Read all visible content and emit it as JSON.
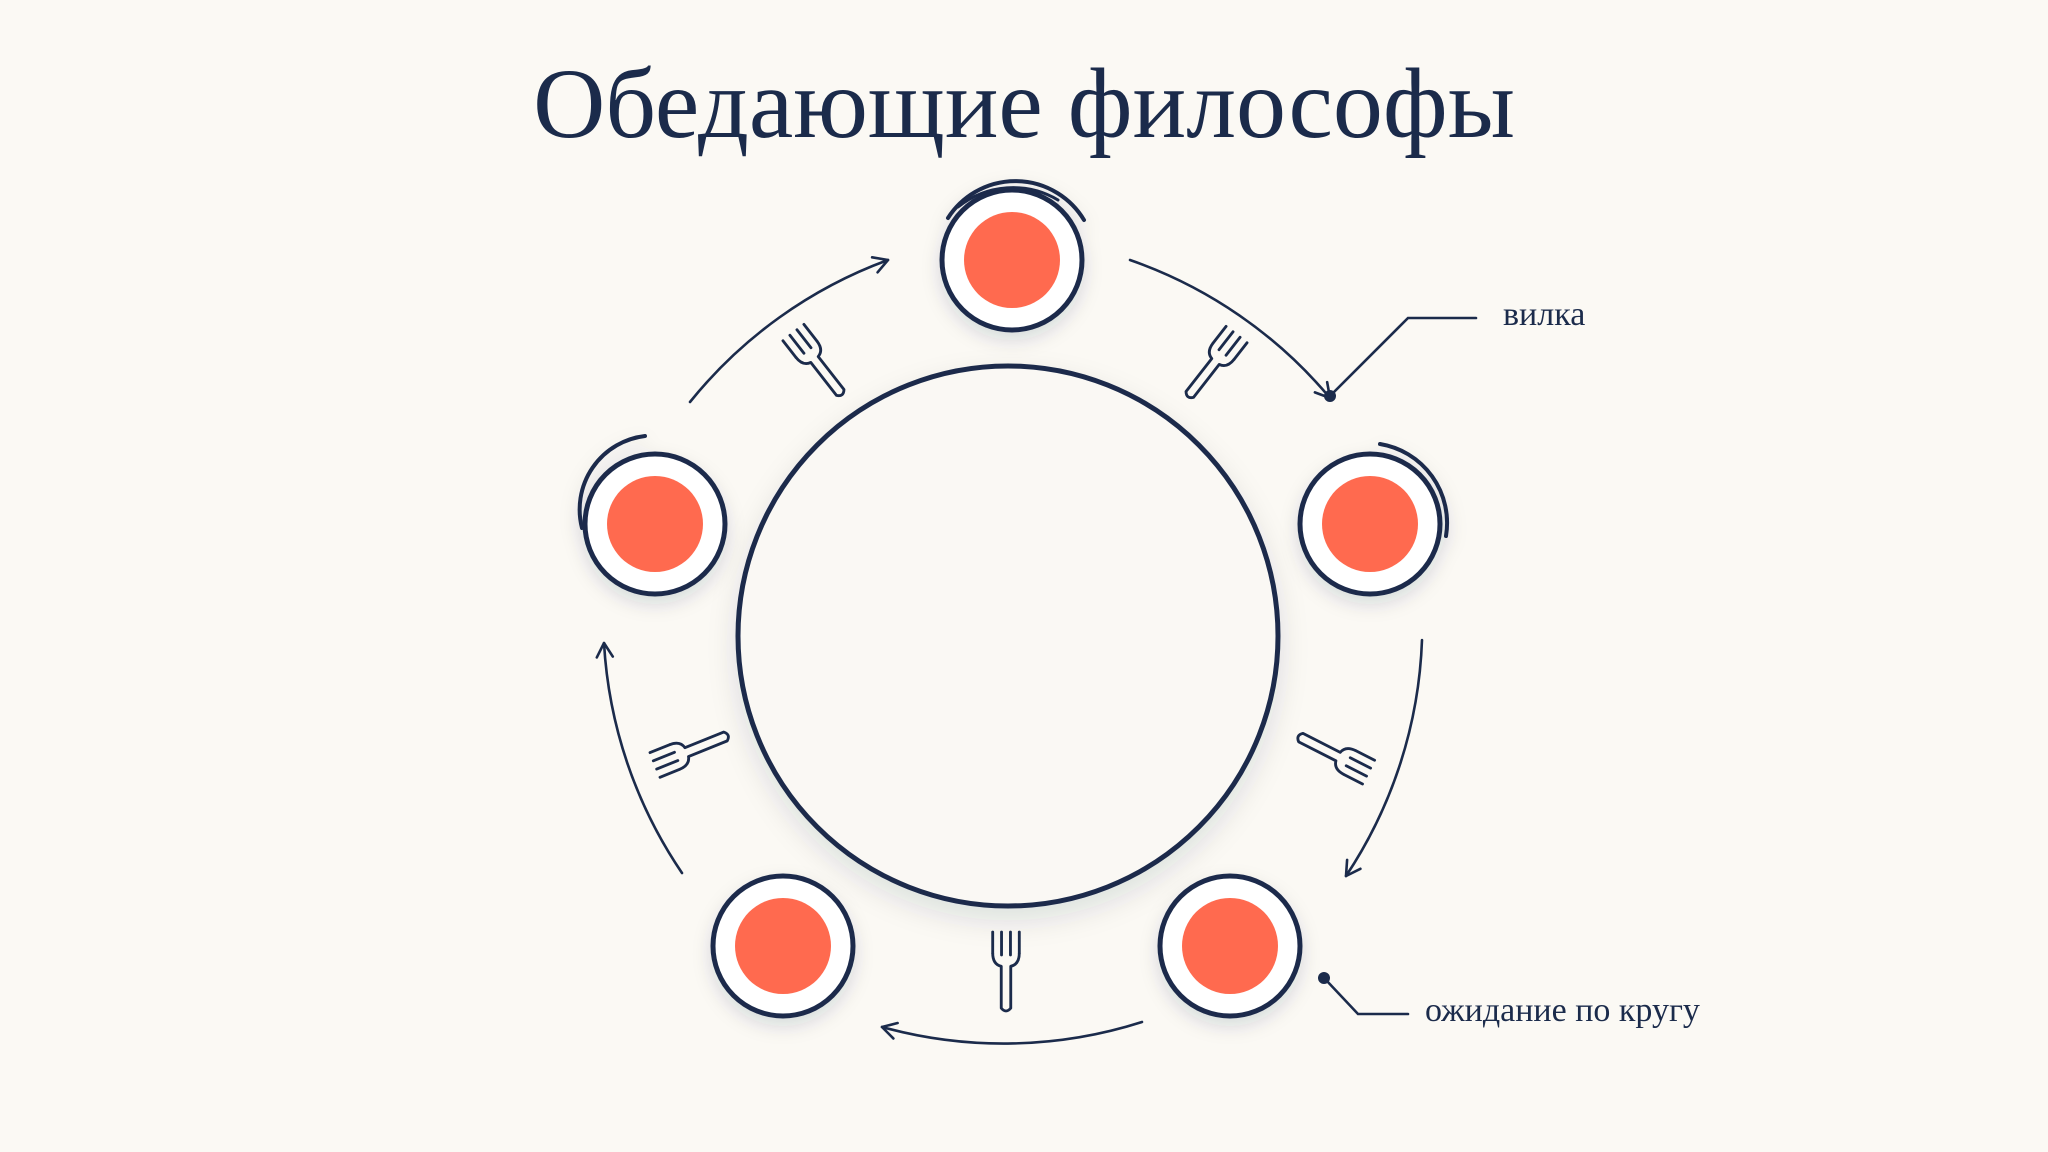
{
  "title": "Обедающие философы",
  "labels": {
    "fork": "вилка",
    "waiting": "ожидание по кругу"
  },
  "philosophers": [
    {
      "icon": "philosopher-plate-icon",
      "holding_forks": true
    },
    {
      "icon": "philosopher-plate-icon",
      "holding_forks": true
    },
    {
      "icon": "philosopher-plate-icon",
      "holding_forks": false
    },
    {
      "icon": "philosopher-plate-icon",
      "holding_forks": false
    },
    {
      "icon": "philosopher-plate-icon",
      "holding_forks": true
    }
  ],
  "forks": [
    {
      "icon": "fork-icon"
    },
    {
      "icon": "fork-icon"
    },
    {
      "icon": "fork-icon"
    },
    {
      "icon": "fork-icon"
    },
    {
      "icon": "fork-icon"
    }
  ],
  "colors": {
    "background": "#FBF9F4",
    "ink": "#1B2B4B",
    "plate_fill": "#FF6B50",
    "table_fill": "#FAF8F4"
  }
}
